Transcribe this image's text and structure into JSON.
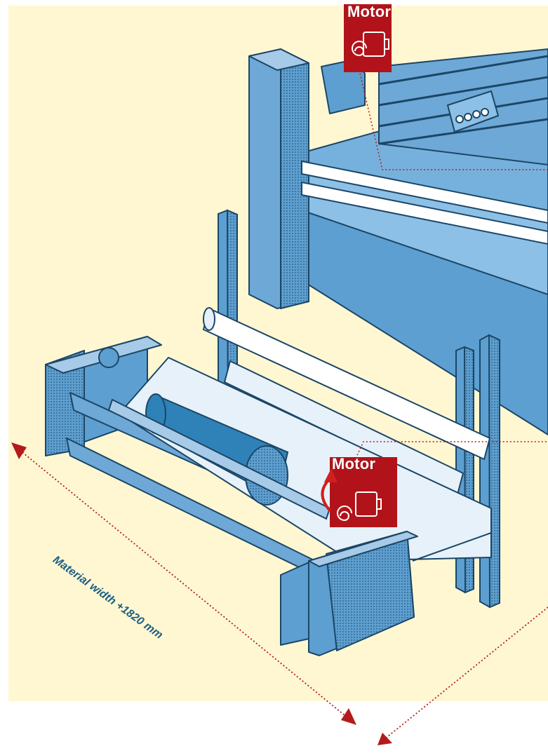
{
  "labels": {
    "motor_top": "Motor",
    "motor_bottom": "Motor",
    "dimension": "Material width +1820 mm"
  },
  "colors": {
    "background": "#fff7d2",
    "machine_blue": "#5d9fd0",
    "machine_light": "#a7cae8",
    "machine_dark": "#1b4666",
    "roll_blue": "#2e82b8",
    "motor_red": "#b2131a",
    "dimension_red": "#b31b1b",
    "label_blue": "#1d5f84"
  },
  "icons": {
    "motor_top": "motor-icon",
    "motor_bottom": "motor-icon",
    "rotation": "rotation-arrow-icon",
    "dimension_arrows": "arrowhead-icon"
  }
}
